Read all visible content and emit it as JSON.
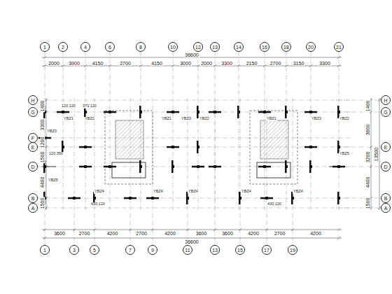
{
  "diagram": {
    "nodes": [
      {
        "text": [
          "1"
        ]
      },
      {
        "text": [
          "2"
        ]
      },
      {
        "text": [
          "4"
        ]
      },
      {
        "text": [
          "6"
        ]
      },
      {
        "text": [
          "8"
        ]
      },
      {
        "text": [
          "10"
        ]
      },
      {
        "text": [
          "12"
        ]
      },
      {
        "text": [
          "13"
        ]
      },
      {
        "text": [
          "14"
        ]
      },
      {
        "text": [
          "16"
        ]
      },
      {
        "text": [
          "18"
        ]
      },
      {
        "text": [
          "20"
        ]
      },
      {
        "text": [
          "21"
        ]
      },
      {
        "text": [
          "H"
        ]
      },
      {
        "text": [
          "G"
        ]
      },
      {
        "text": [
          "F"
        ]
      },
      {
        "text": [
          "E"
        ]
      },
      {
        "text": [
          "D"
        ]
      },
      {
        "text": [
          "B"
        ]
      },
      {
        "text": [
          "A"
        ]
      },
      {
        "text": [
          "H"
        ]
      },
      {
        "text": [
          "G"
        ]
      },
      {
        "text": [
          "E"
        ]
      },
      {
        "text": [
          "D"
        ]
      },
      {
        "text": [
          "B"
        ]
      },
      {
        "text": [
          "A"
        ]
      },
      {
        "text": [
          "1"
        ]
      },
      {
        "text": [
          "3"
        ]
      },
      {
        "text": [
          "5"
        ]
      },
      {
        "text": [
          "7"
        ]
      },
      {
        "text": [
          "9"
        ]
      },
      {
        "text": [
          "11"
        ]
      },
      {
        "text": [
          "13"
        ]
      },
      {
        "text": [
          "15"
        ]
      },
      {
        "text": [
          "17"
        ]
      },
      {
        "text": [
          "19"
        ]
      }
    ],
    "labels": [
      "36600",
      "2000",
      "3900",
      "4150",
      "2700",
      "4150",
      "3000",
      "2000",
      "3300",
      "2150",
      "2700",
      "3150",
      "3300",
      "1400",
      "3300",
      "1200",
      "1500",
      "4400",
      "1500",
      "1400",
      "3600",
      "3200",
      "4400",
      "1500",
      "13500",
      "3600",
      "2700",
      "4200",
      "2700",
      "4200",
      "3600",
      "3600",
      "4200",
      "2700",
      "4200",
      "36600",
      "YBZ3",
      "YBZ1",
      "YBZ2",
      "YBZ1",
      "YBZ3",
      "YBZ2",
      "YBZ1",
      "YBZ3",
      "YBZ2",
      "YBZ4",
      "YBZ4",
      "YBZ4",
      "YBZ4",
      "YBZ4",
      "YBZ5",
      "YBZ5",
      "120 120",
      "370 120",
      "120 350",
      "430 120",
      "430 120"
    ]
  }
}
